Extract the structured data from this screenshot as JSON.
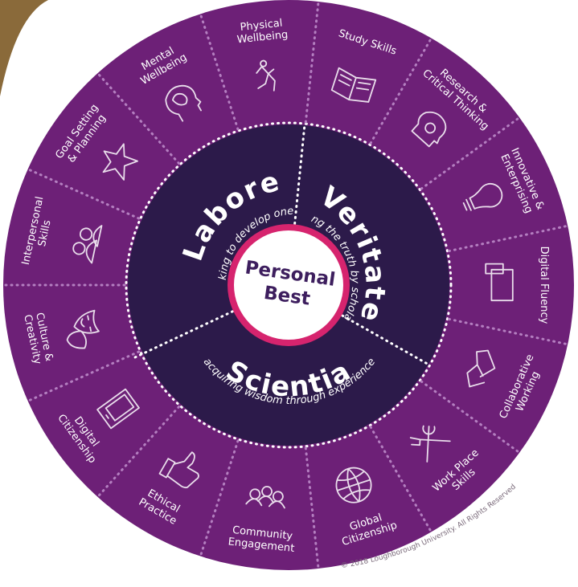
{
  "center": {
    "line1": "Personal",
    "line2": "Best"
  },
  "pillars": [
    {
      "name": "Labore",
      "motto": "working to develop oneself"
    },
    {
      "name": "Veritate",
      "motto": "seeking the truth by scholarship"
    },
    {
      "name": "Scientia",
      "motto": "acquiring wisdom through experience"
    }
  ],
  "segments": [
    {
      "lines": [
        "Physical",
        "Wellbeing"
      ],
      "icon": "running-person-icon"
    },
    {
      "lines": [
        "Study Skills"
      ],
      "icon": "open-book-icon"
    },
    {
      "lines": [
        "Research &",
        "Critical Thinking"
      ],
      "icon": "head-gear-icon"
    },
    {
      "lines": [
        "Innovative &",
        "Enterprising"
      ],
      "icon": "lightbulb-icon"
    },
    {
      "lines": [
        "Digital Fluency"
      ],
      "icon": "devices-icon"
    },
    {
      "lines": [
        "Collaborative",
        "Working"
      ],
      "icon": "handshake-icon"
    },
    {
      "lines": [
        "Work Place",
        "Skills"
      ],
      "icon": "tools-icon"
    },
    {
      "lines": [
        "Global",
        "Citizenship"
      ],
      "icon": "globe-icon"
    },
    {
      "lines": [
        "Community",
        "Engagement"
      ],
      "icon": "people-group-icon"
    },
    {
      "lines": [
        "Ethical",
        "Practice"
      ],
      "icon": "thumbs-up-icon"
    },
    {
      "lines": [
        "Digital",
        "Citizenship"
      ],
      "icon": "tablet-icon"
    },
    {
      "lines": [
        "Culture &",
        "Creativity"
      ],
      "icon": "theatre-masks-icon"
    },
    {
      "lines": [
        "Interpersonal",
        "Skills"
      ],
      "icon": "people-icon"
    },
    {
      "lines": [
        "Goal Setting",
        "& Planning"
      ],
      "icon": "star-icon"
    },
    {
      "lines": [
        "Mental",
        "Wellbeing"
      ],
      "icon": "brain-head-icon"
    }
  ],
  "copyright": "© 2018 Loughborough University. All Rights Reserved",
  "colors": {
    "outer_ring": "#6d2077",
    "inner_dark": "#2c1a4a",
    "center_ring": "#d6246e",
    "center_fill": "#ffffff",
    "center_text": "#3d1e5e",
    "text_light": "#ffffff",
    "dots_outer": "#b47fc0",
    "corner_bg": "#8a6a3a"
  }
}
